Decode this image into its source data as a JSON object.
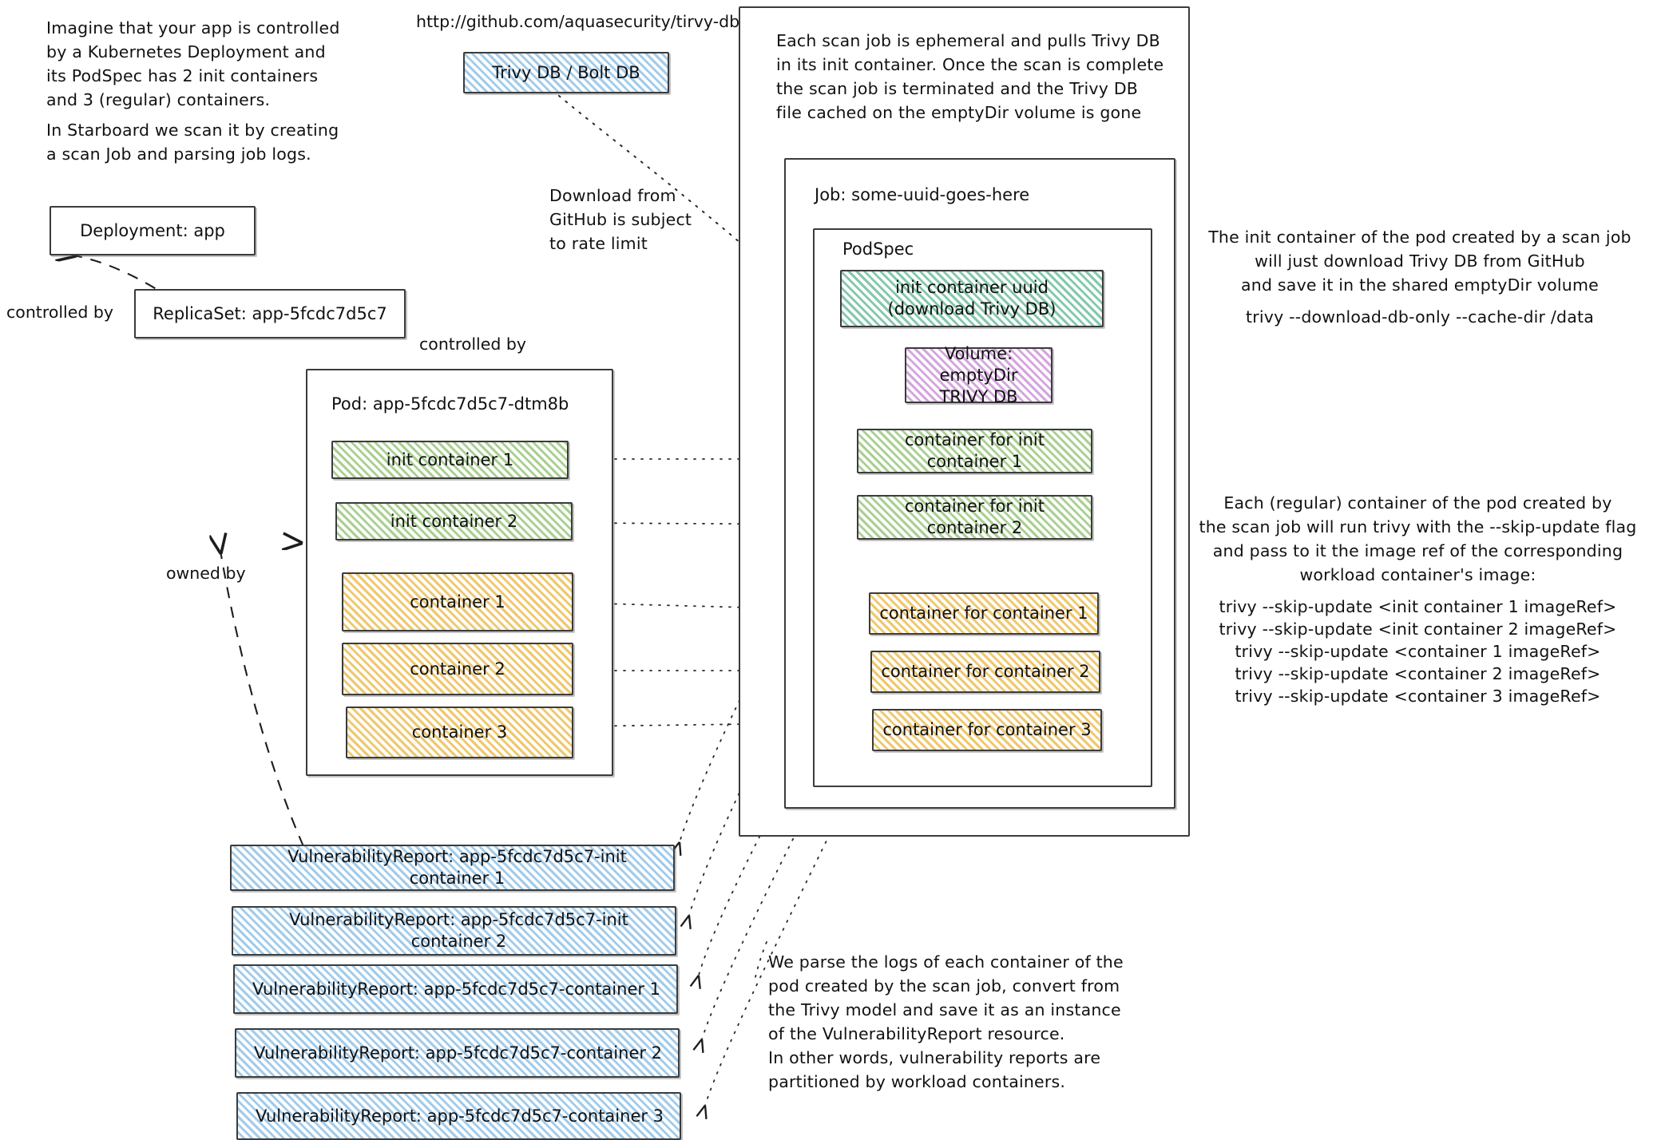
{
  "intro": {
    "paragraph1": "Imagine that your app is controlled\nby a Kubernetes Deployment and\nits PodSpec has 2 init containers\nand 3 (regular) containers.",
    "paragraph2": "In Starboard we scan it by creating\na scan Job and parsing job logs."
  },
  "trivy_db": {
    "url": "http://github.com/aquasecurity/tirvy-db",
    "box_label": "Trivy DB / Bolt DB",
    "download_note": "Download from\nGitHub is subject\nto rate limit"
  },
  "workload": {
    "deployment_label": "Deployment: app",
    "replicaset_label": "ReplicaSet: app-5fcdc7d5c7",
    "pod_title": "Pod: app-5fcdc7d5c7-dtm8b",
    "edge_labels": {
      "controlled_by_left": "controlled by",
      "controlled_by_right": "controlled by",
      "owned_by": "owned by"
    },
    "pod_containers": [
      {
        "label": "init container 1",
        "kind": "init"
      },
      {
        "label": "init container 2",
        "kind": "init"
      },
      {
        "label": "container 1",
        "kind": "regular"
      },
      {
        "label": "container 2",
        "kind": "regular"
      },
      {
        "label": "container 3",
        "kind": "regular"
      }
    ]
  },
  "scan_job": {
    "ephemeral_note": "Each scan job is ephemeral and pulls Trivy DB\nin its init container. Once the scan is complete\nthe scan job is terminated and the Trivy DB\nfile cached on the emptyDir volume is gone",
    "job_title": "Job: some-uuid-goes-here",
    "podspec_title": "PodSpec",
    "init_container_label": "init container uuid\n(download Trivy DB)",
    "volume_label": "Volume: emptyDir\nTRIVY DB",
    "job_containers": [
      {
        "label": "container for init container 1",
        "kind": "init"
      },
      {
        "label": "container for init container 2",
        "kind": "init"
      },
      {
        "label": "container for container 1",
        "kind": "regular"
      },
      {
        "label": "container for container 2",
        "kind": "regular"
      },
      {
        "label": "container for container 3",
        "kind": "regular"
      }
    ]
  },
  "annotations": {
    "init_container_note": "The init container of the pod created by a scan job\nwill just download Trivy DB from GitHub\nand save it in the shared emptyDir volume",
    "init_container_command": "trivy --download-db-only --cache-dir /data",
    "regular_container_note": "Each (regular) container of the pod created by\nthe scan job will run trivy with the --skip-update flag\nand pass to it the image ref of the corresponding\nworkload container's image:",
    "regular_container_commands": [
      "trivy --skip-update <init container 1 imageRef>",
      "trivy --skip-update <init container 2 imageRef>",
      "trivy --skip-update <container 1 imageRef>",
      "trivy --skip-update <container 2 imageRef>",
      "trivy --skip-update <container 3 imageRef>"
    ],
    "parse_logs_note": "We parse the logs of each container of the\npod created by the scan job, convert from\nthe Trivy model and save it as an instance\nof the VulnerabilityReport resource.\nIn other words, vulnerability reports are\npartitioned by workload containers."
  },
  "vulnerability_reports": [
    {
      "label": "VulnerabilityReport: app-5fcdc7d5c7-init container 1"
    },
    {
      "label": "VulnerabilityReport: app-5fcdc7d5c7-init container 2"
    },
    {
      "label": "VulnerabilityReport: app-5fcdc7d5c7-container 1"
    },
    {
      "label": "VulnerabilityReport: app-5fcdc7d5c7-container 2"
    },
    {
      "label": "VulnerabilityReport: app-5fcdc7d5c7-container 3"
    }
  ],
  "colors": {
    "init_container_fill": "#d8eccb",
    "regular_container_fill": "#fae7b5",
    "volume_fill": "#eed6f2",
    "db_fill": "#d6e9f8",
    "report_fill": "#d6e9f8",
    "job_init_fill": "#c6e7d8",
    "stroke": "#3b3b3b"
  }
}
